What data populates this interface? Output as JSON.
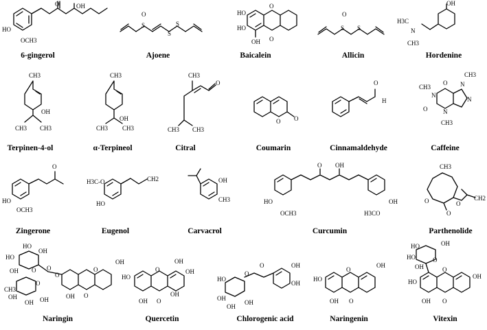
{
  "compounds": [
    {
      "name": "6-gingerol",
      "atoms": [
        "O",
        "OH",
        "HO",
        "OCH3"
      ]
    },
    {
      "name": "Ajoene",
      "atoms": [
        "O",
        "S",
        "S",
        "S"
      ]
    },
    {
      "name": "Baicalein",
      "atoms": [
        "HO",
        "HO",
        "OH",
        "O",
        "O"
      ]
    },
    {
      "name": "Allicin",
      "atoms": [
        "O",
        "S",
        "S"
      ]
    },
    {
      "name": "Hordenine",
      "atoms": [
        "OH",
        "H3C",
        "N",
        "CH3"
      ]
    },
    {
      "name": "Terpinen-4-ol",
      "atoms": [
        "CH3",
        "OH",
        "CH3",
        "CH3"
      ]
    },
    {
      "name": "α-Terpineol",
      "atoms": [
        "CH3",
        "OH",
        "CH3",
        "CH3"
      ]
    },
    {
      "name": "Citral",
      "atoms": [
        "CH3",
        "O",
        "CH3",
        "CH3"
      ]
    },
    {
      "name": "Coumarin",
      "atoms": [
        "O",
        "O"
      ]
    },
    {
      "name": "Cinnamaldehyde",
      "atoms": [
        "O",
        "H"
      ]
    },
    {
      "name": "Caffeine",
      "atoms": [
        "O",
        "CH3",
        "N",
        "N",
        "O",
        "N",
        "N",
        "CH3",
        "CH3"
      ]
    },
    {
      "name": "Zingerone",
      "atoms": [
        "O",
        "HO",
        "OCH3"
      ]
    },
    {
      "name": "Eugenol",
      "atoms": [
        "H3C-O",
        "HO",
        "CH2"
      ]
    },
    {
      "name": "Carvacrol",
      "atoms": [
        "OH",
        "CH3"
      ]
    },
    {
      "name": "Curcumin",
      "atoms": [
        "O",
        "OH",
        "HO",
        "OCH3",
        "OH",
        "H3CO"
      ]
    },
    {
      "name": "Parthenolide",
      "atoms": [
        "CH3",
        "O",
        "O",
        "CH2",
        "O"
      ]
    },
    {
      "name": "Naringin",
      "atoms": [
        "HO",
        "HO",
        "OH",
        "O",
        "OH",
        "O",
        "O",
        "OH",
        "OH",
        "CH3",
        "O",
        "OH",
        "OH",
        "O",
        "OH",
        "O"
      ]
    },
    {
      "name": "Quercetin",
      "atoms": [
        "OH",
        "OH",
        "HO",
        "O",
        "OH",
        "OH",
        "O"
      ]
    },
    {
      "name": "Chlorogenic acid",
      "atoms": [
        "O",
        "OH",
        "HO",
        "O",
        "OH",
        "OH",
        "OH",
        "OH"
      ]
    },
    {
      "name": "Naringenin",
      "atoms": [
        "OH",
        "HO",
        "O",
        "OH",
        "O"
      ]
    },
    {
      "name": "Vitexin",
      "atoms": [
        "HO",
        "HO",
        "OH",
        "OH",
        "O",
        "HO",
        "O",
        "OH",
        "OH",
        "O"
      ]
    }
  ]
}
